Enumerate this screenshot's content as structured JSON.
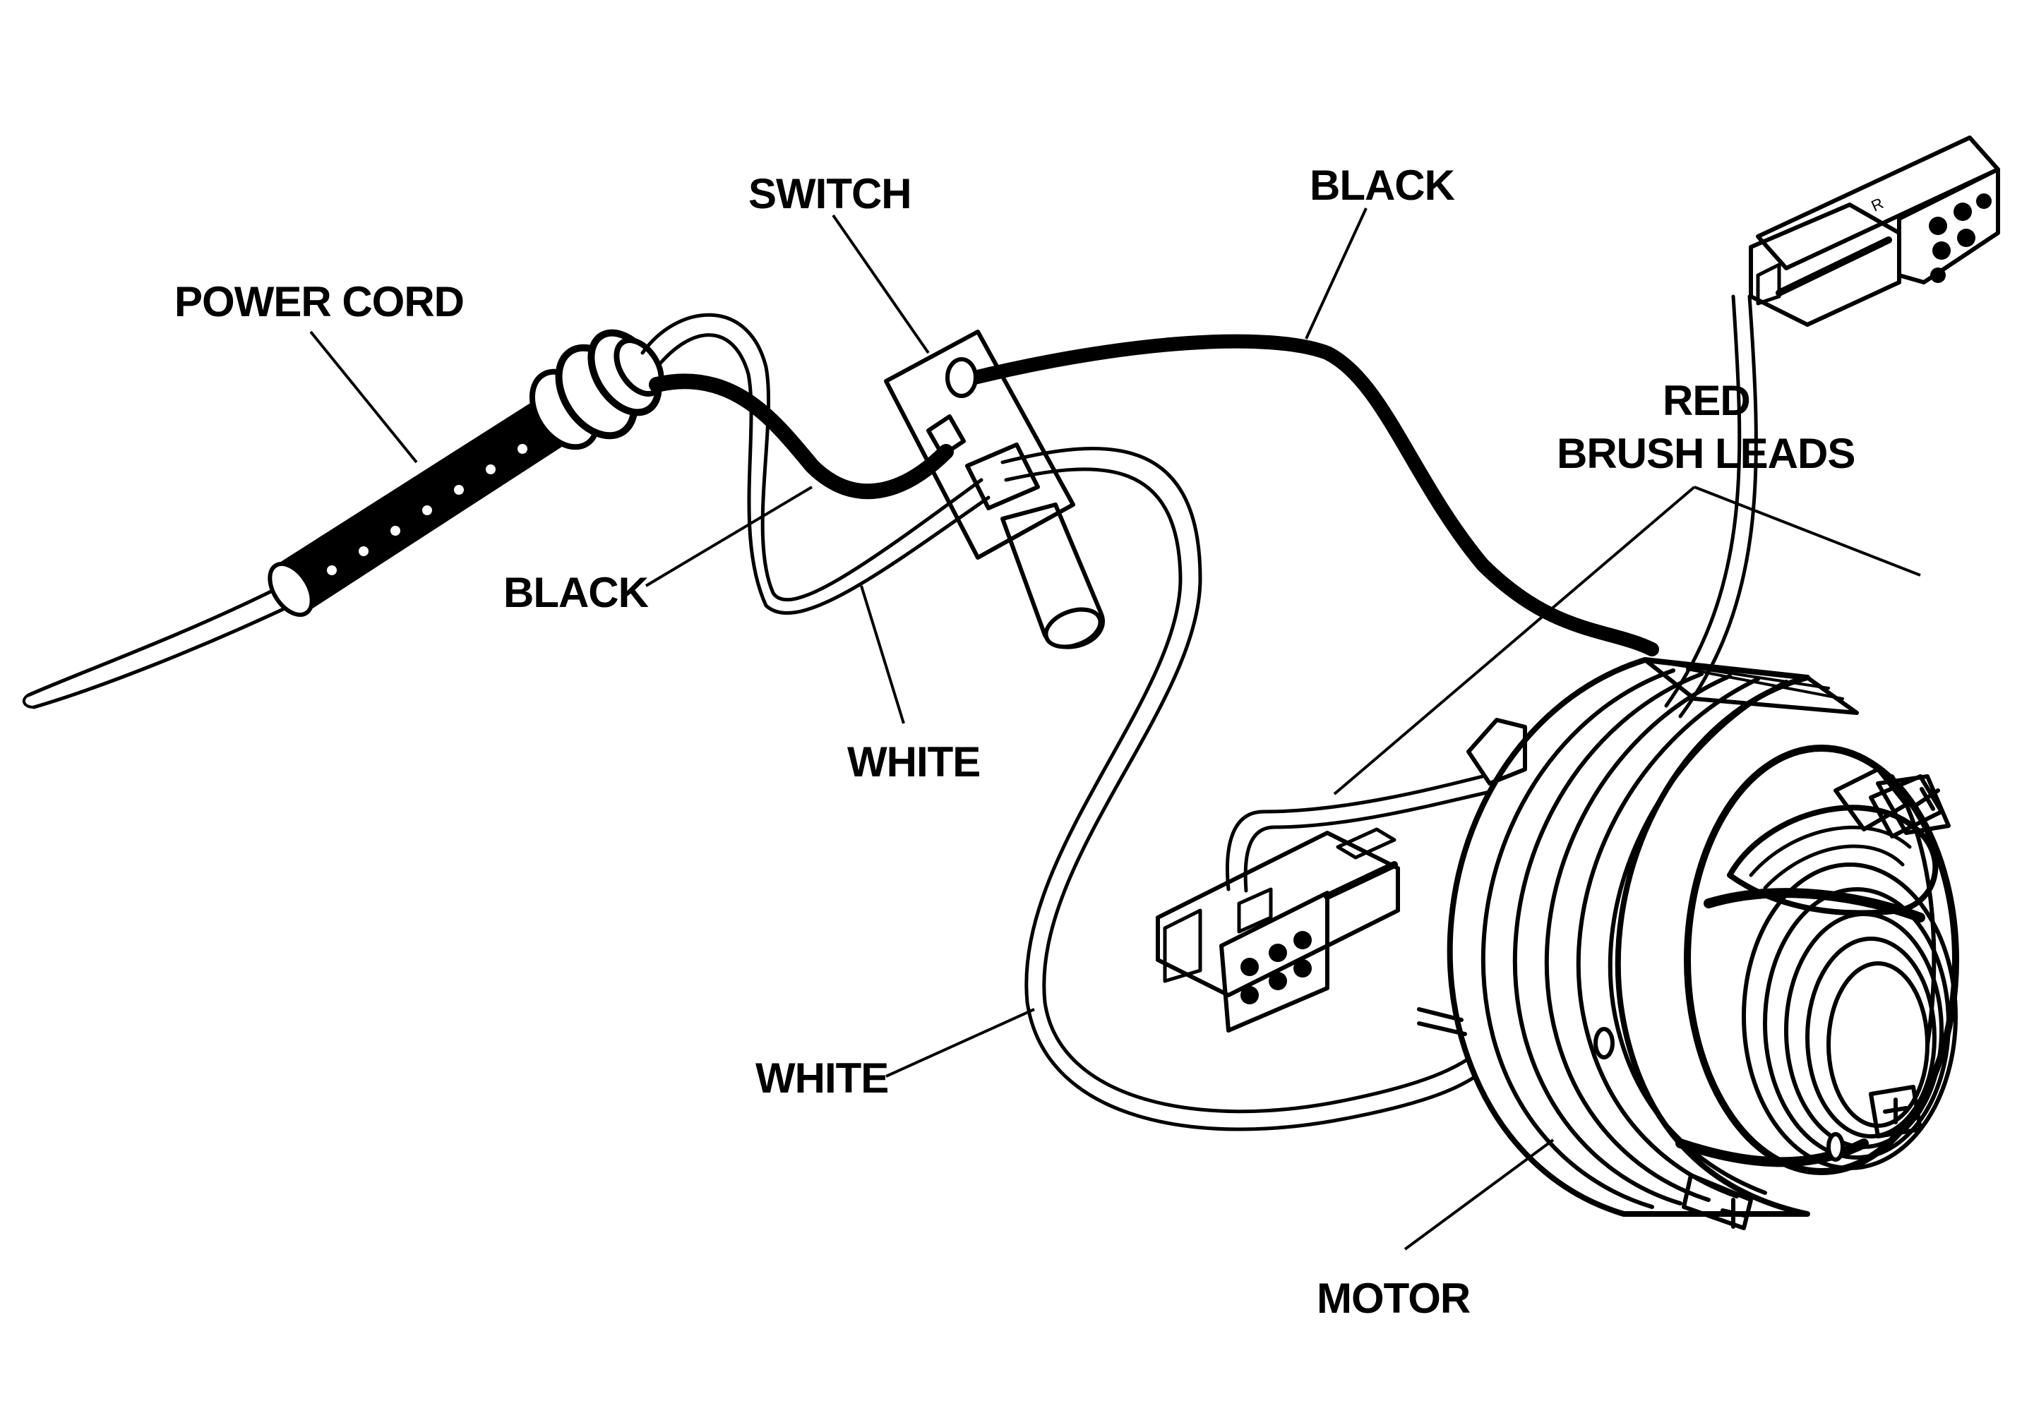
{
  "labels": {
    "power_cord": "POWER CORD",
    "switch": "SWITCH",
    "black_top": "BLACK",
    "red_line1": "RED",
    "red_line2": "BRUSH LEADS",
    "black_left": "BLACK",
    "white_upper": "WHITE",
    "white_lower": "WHITE",
    "motor": "MOTOR"
  },
  "icons": {
    "power_cord": "power-cord-illustration",
    "switch": "switch-illustration",
    "motor": "motor-stator-illustration",
    "connectors": "brush-lead-connector-illustration"
  },
  "colors": {
    "line": "#000000",
    "background": "#ffffff"
  }
}
